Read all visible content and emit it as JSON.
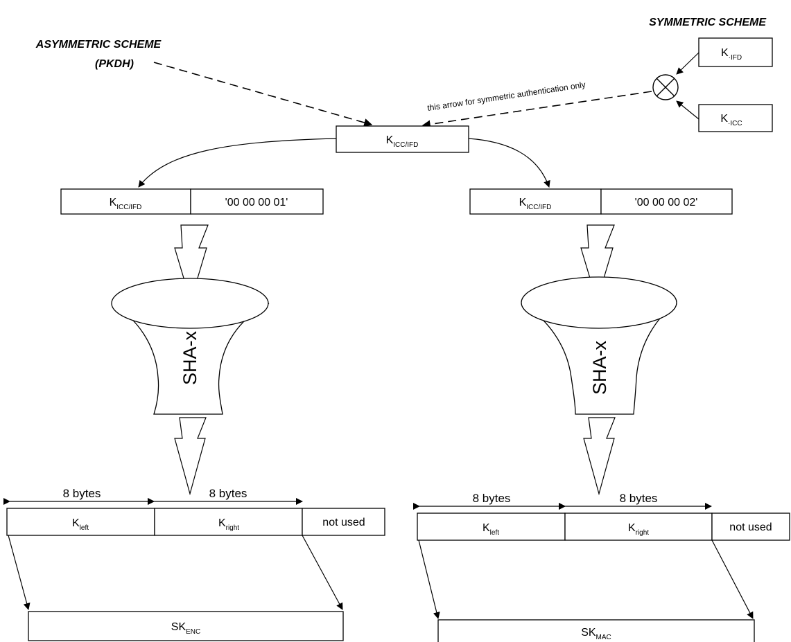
{
  "titles": {
    "symmetric": "SYMMETRIC SCHEME",
    "asymmetric_line1": "ASYMMETRIC SCHEME",
    "asymmetric_line2": "(PKDH)"
  },
  "symmetric_inputs": {
    "k_ifd_main": "K",
    "k_ifd_sub": "·IFD",
    "k_icc_main": "K",
    "k_icc_sub": "·ICC",
    "arrow_note": "this arrow for symmetric authentication only"
  },
  "shared_key": {
    "main": "K",
    "sub": "ICC/IFD"
  },
  "left_branch": {
    "key_main": "K",
    "key_sub": "ICC/IFD",
    "counter": "'00 00 00  01'",
    "hash_label": "SHA-x",
    "bytes_left": "8 bytes",
    "bytes_right": "8 bytes",
    "k_left_main": "K",
    "k_left_sub": "left",
    "k_right_main": "K",
    "k_right_sub": "right",
    "not_used": "not used",
    "session_key_main": "SK",
    "session_key_sub": "ENC"
  },
  "right_branch": {
    "key_main": "K",
    "key_sub": "ICC/IFD",
    "counter": "'00 00 00  02'",
    "hash_label": "SHA-x",
    "bytes_left": "8 bytes",
    "bytes_right": "8 bytes",
    "k_left_main": "K",
    "k_left_sub": "left",
    "k_right_main": "K",
    "k_right_sub": "right",
    "not_used": "not used",
    "session_key_main": "SK",
    "session_key_sub": "MAC"
  }
}
